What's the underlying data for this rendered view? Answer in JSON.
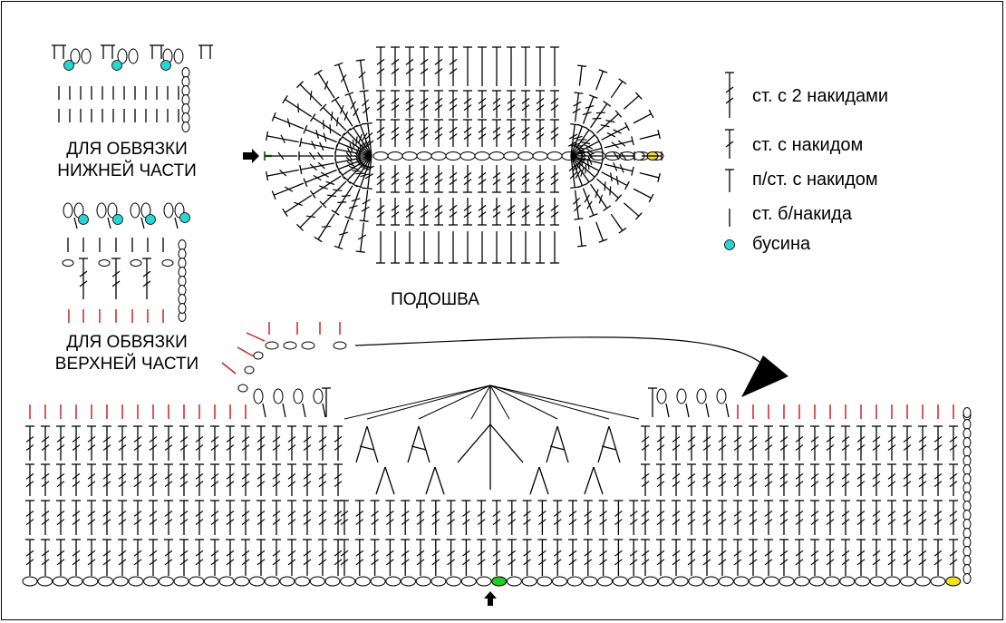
{
  "labels": {
    "bottom_edging": [
      "ДЛЯ ОБВЯЗКИ",
      "НИЖНЕЙ ЧАСТИ"
    ],
    "top_edging": [
      "ДЛЯ ОБВЯЗКИ",
      "ВЕРХНЕЙ ЧАСТИ"
    ],
    "sole": "ПОДОШВА"
  },
  "legend": [
    {
      "symbol": "treble-stitch-icon",
      "text": "ст. с 2 накидами"
    },
    {
      "symbol": "double-crochet-icon",
      "text": "ст. с накидом"
    },
    {
      "symbol": "half-double-crochet-icon",
      "text": "п/ст. с накидом"
    },
    {
      "symbol": "single-crochet-icon",
      "text": "ст. б/накида"
    },
    {
      "symbol": "bead-icon",
      "text": "бусина"
    }
  ],
  "colors": {
    "line": "#000000",
    "bead": "#2ad4d4",
    "start_chain": "#22cc22",
    "end_chain": "#f2e21a",
    "edging_red": "#cc2222"
  }
}
